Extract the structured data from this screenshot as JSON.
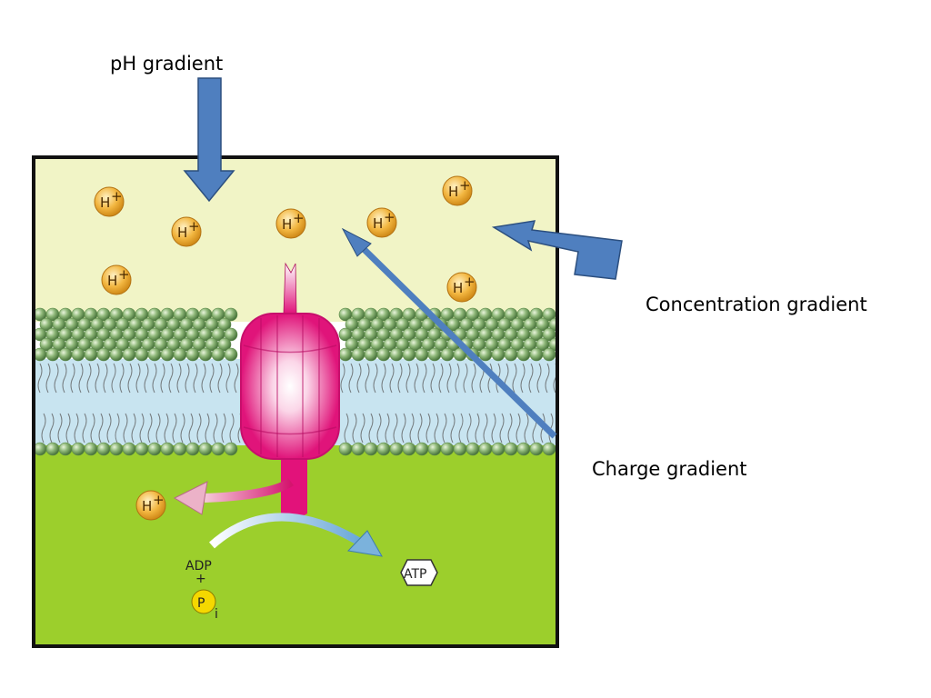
{
  "labels": {
    "ph_gradient": "pH gradient",
    "concentration_gradient": "Concentration gradient",
    "charge_gradient": "Charge gradient"
  },
  "ion": {
    "base": "H",
    "charge": "+"
  },
  "reaction": {
    "adp": "ADP",
    "plus": "+",
    "phosphate": "P",
    "phosphate_sub": "i",
    "atp": "ATP"
  },
  "colors": {
    "outer_space": "#f1f4c6",
    "inner_space": "#9ccf2c",
    "membrane_core": "#c8e4f0",
    "lipid_head": "#5e8c4a",
    "atp_synthase": "#e2127a",
    "ion_fill": "#f0b030",
    "gradient_arrow": "#4f7fbf",
    "arrow_outline": "#2c4f7f",
    "phosphate_fill": "#f5d800"
  }
}
